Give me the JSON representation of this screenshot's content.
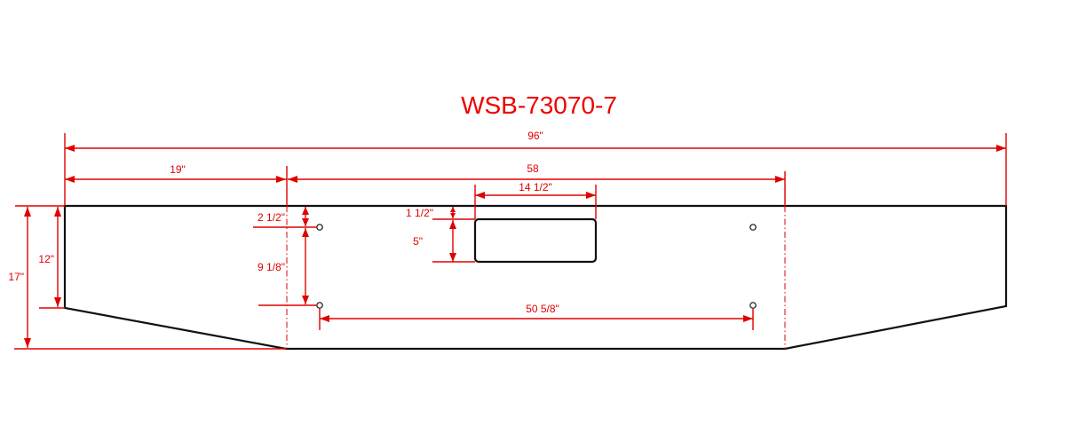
{
  "drawing": {
    "part_number": "WSB-73070-7",
    "colors": {
      "dimension": "#e00000",
      "outline": "#111111",
      "title": "#ee0000",
      "background": "#ffffff"
    },
    "dimensions": {
      "overall_length": "96\"",
      "end_taper_length": "19\"",
      "center_section_length": "58",
      "slot_width": "14 1/2\"",
      "slot_top_offset": "1 1/2\"",
      "slot_height": "5\"",
      "hole_top_offset": "2 1/2\"",
      "hole_vertical_spacing": "9 1/8\"",
      "hole_horizontal_spacing": "50 5/8\"",
      "end_height": "12\"",
      "overall_height": "17\""
    }
  }
}
